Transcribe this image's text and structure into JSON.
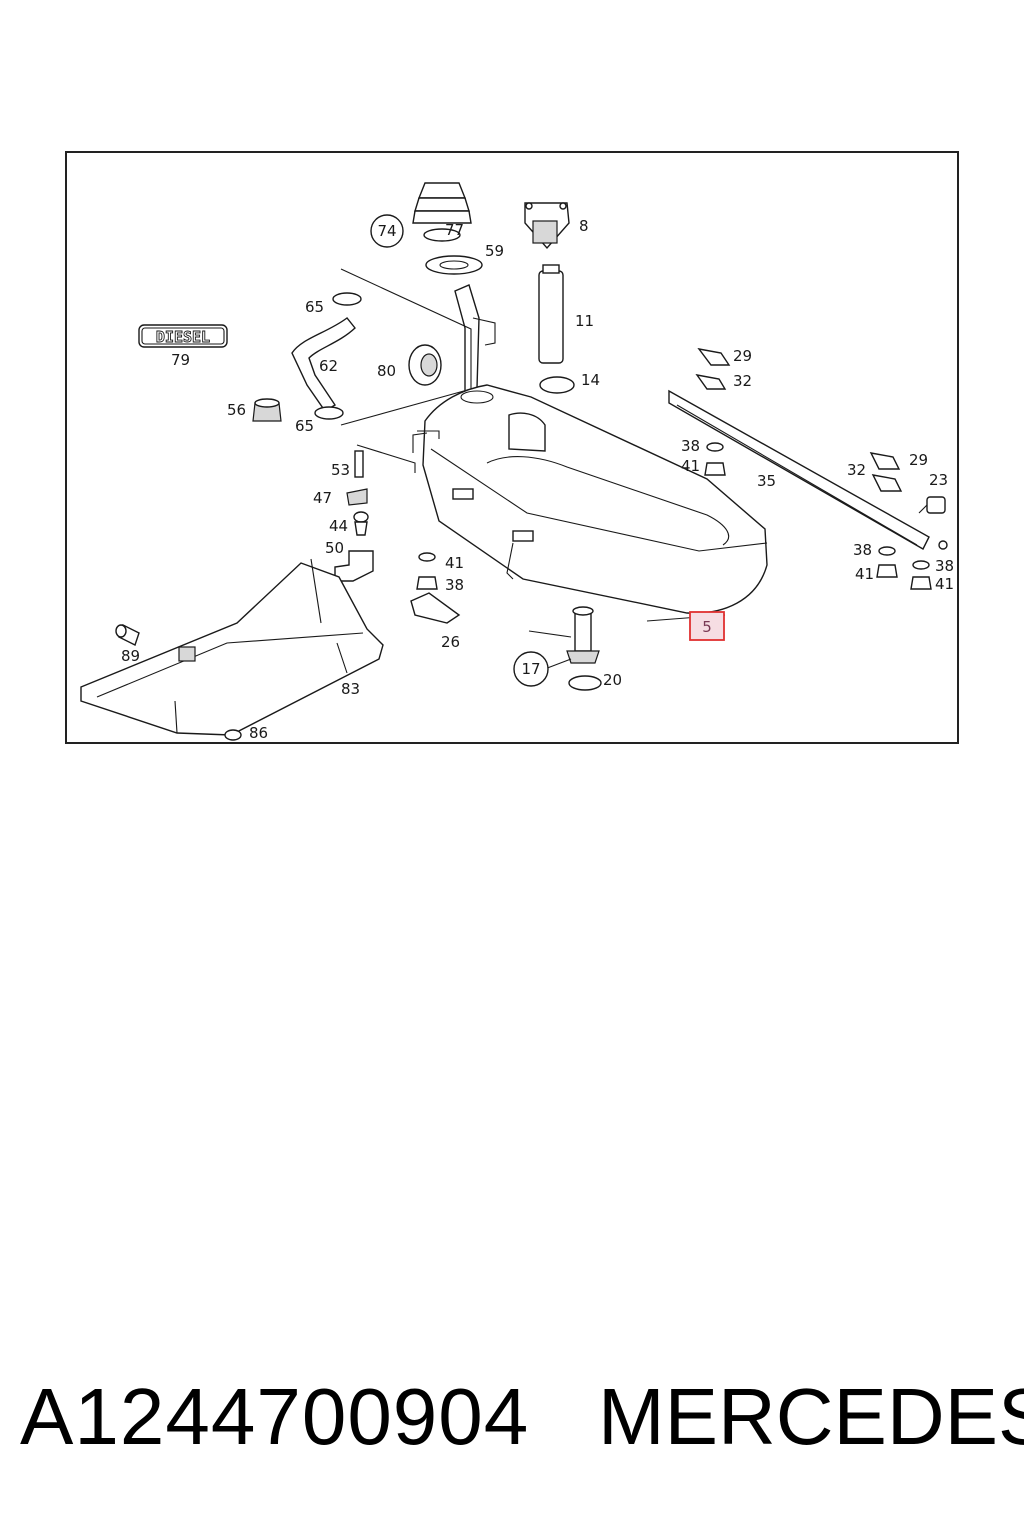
{
  "diagram": {
    "badge_text": "DIESEL",
    "highlight_color": "#e03030",
    "highlighted_label": "5",
    "callouts": {
      "c74": "74",
      "c77": "77",
      "c59": "59",
      "c8": "8",
      "c11": "11",
      "c14": "14",
      "c65a": "65",
      "c62": "62",
      "c80": "80",
      "c79": "79",
      "c56": "56",
      "c65b": "65",
      "c53": "53",
      "c47": "47",
      "c44": "44",
      "c50": "50",
      "c29a": "29",
      "c32a": "32",
      "c38a": "38",
      "c41a": "41",
      "c35": "35",
      "c32b": "32",
      "c29b": "29",
      "c23": "23",
      "c38b": "38",
      "c41b": "41",
      "c38c": "38",
      "c41c": "41",
      "c41d": "41",
      "c38d": "38",
      "c26": "26",
      "c17": "17",
      "c20": "20",
      "c89": "89",
      "c83": "83",
      "c86": "86"
    }
  },
  "footer": {
    "part_number": "A1244700904",
    "brand": "MERCEDES"
  }
}
